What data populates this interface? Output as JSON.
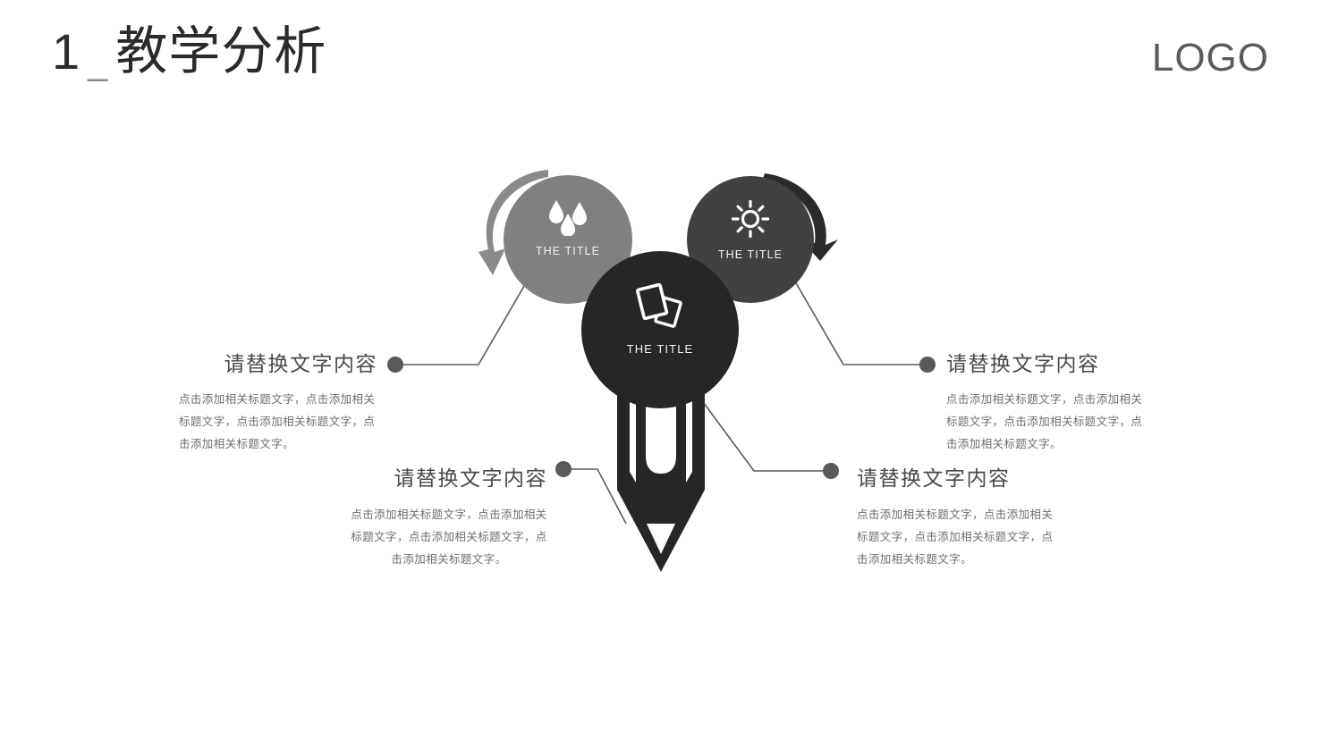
{
  "slide": {
    "title_number": "1",
    "title_separator": "_",
    "title_text": "教学分析",
    "logo": "LOGO",
    "background_color": "#ffffff"
  },
  "colors": {
    "title": "#2b2b2b",
    "logo": "#5b5b5b",
    "node_left": "#808080",
    "node_right": "#414141",
    "node_center": "#262626",
    "connector": "#595959",
    "heading": "#4a4a4a",
    "body": "#6e6e6e",
    "arrow_left": "#8a8a8a",
    "arrow_right": "#2b2b2b"
  },
  "nodes": [
    {
      "id": "node-left",
      "label": "THE TITLE",
      "icon": "water-drops-icon",
      "color": "#808080"
    },
    {
      "id": "node-right",
      "label": "THE TITLE",
      "icon": "sun-icon",
      "color": "#414141"
    },
    {
      "id": "node-center",
      "label": "THE TITLE",
      "icon": "photo-cards-icon",
      "color": "#262626"
    }
  ],
  "text_blocks": [
    {
      "id": "block-left",
      "heading": "请替换文字内容",
      "body": "点击添加相关标题文字，点击添加相关标题文字，点击添加相关标题文字，点击添加相关标题文字。"
    },
    {
      "id": "block-right",
      "heading": "请替换文字内容",
      "body": "点击添加相关标题文字，点击添加相关标题文字，点击添加相关标题文字，点击添加相关标题文字。"
    },
    {
      "id": "block-bottom-left",
      "heading": "请替换文字内容",
      "body": "点击添加相关标题文字，点击添加相关标题文字，点击添加相关标题文字，点击添加相关标题文字。"
    },
    {
      "id": "block-bottom-right",
      "heading": "请替换文字内容",
      "body": "点击添加相关标题文字，点击添加相关标题文字，点击添加相关标题文字，点击添加相关标题文字。"
    }
  ],
  "decorations": {
    "arrow_left": "counter-clockwise-arrow-icon",
    "arrow_right": "clockwise-arrow-icon",
    "pencil": "pencil-icon"
  }
}
